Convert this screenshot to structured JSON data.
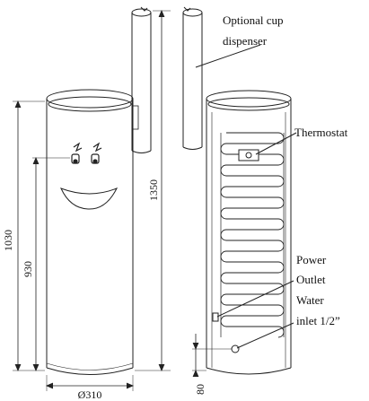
{
  "labels": {
    "optional_cup_line1": "Optional cup",
    "optional_cup_line2": "dispenser",
    "thermostat": "Thermostat",
    "power": "Power",
    "outlet": "Outlet",
    "water": "Water",
    "inlet": "inlet 1/2”"
  },
  "dimensions": {
    "overall_height": "1350",
    "body_height": "1030",
    "tap_height": "930",
    "diameter": "Ø310",
    "inlet_height": "80"
  },
  "colors": {
    "line": "#222222",
    "background": "#ffffff"
  }
}
